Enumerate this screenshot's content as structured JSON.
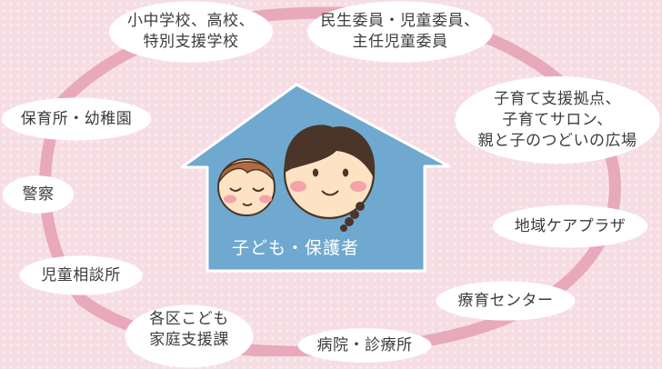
{
  "center": {
    "label": "子ども・保護者"
  },
  "nodes": [
    {
      "lines": [
        "小中学校、高校、",
        "特別支援学校"
      ]
    },
    {
      "lines": [
        "民生委員・児童委員、",
        "主任児童委員"
      ]
    },
    {
      "lines": [
        "子育て支援拠点、",
        "子育てサロン、",
        "親と子のつどいの広場"
      ]
    },
    {
      "lines": [
        "地域ケアプラザ"
      ]
    },
    {
      "lines": [
        "療育センター"
      ]
    },
    {
      "lines": [
        "病院・診療所"
      ]
    },
    {
      "lines": [
        "各区こども",
        "家庭支援課"
      ]
    },
    {
      "lines": [
        "児童相談所"
      ]
    },
    {
      "lines": [
        "警察"
      ]
    },
    {
      "lines": [
        "保育所・幼稚園"
      ]
    }
  ],
  "colors": {
    "background": "#f6dde4",
    "ring": "#e7a9bb",
    "house": "#6fa9cf",
    "bubble": "#ffffff",
    "text": "#3c3c3c",
    "label_text": "#ffffff",
    "skin": "#fde3c4",
    "cheek": "#f4a3a8",
    "hair": "#4a3528"
  },
  "icons": [
    "house-shape",
    "child-face-icon",
    "parent-face-icon",
    "hair-braid-icon"
  ]
}
